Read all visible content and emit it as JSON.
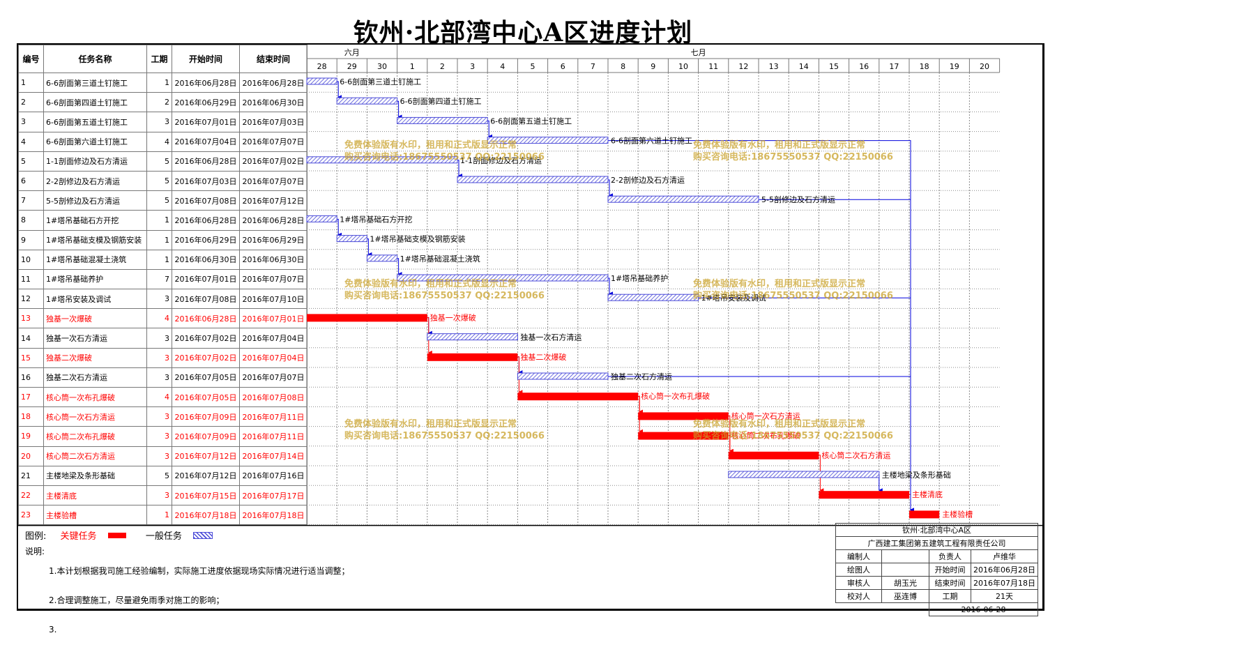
{
  "title": "钦州·北部湾中心A区进度计划",
  "columns": {
    "id": "编号",
    "name": "任务名称",
    "dur": "工期",
    "start": "开始时间",
    "end": "结束时间"
  },
  "months": [
    {
      "label": "六月",
      "first_day_index": 0,
      "days": 3
    },
    {
      "label": "七月",
      "first_day_index": 3,
      "days": 20
    }
  ],
  "chart_data": {
    "type": "gantt",
    "title": "钦州·北部湾中心A区进度计划",
    "day_labels": [
      "28",
      "29",
      "30",
      "1",
      "2",
      "3",
      "4",
      "5",
      "6",
      "7",
      "8",
      "9",
      "10",
      "11",
      "12",
      "13",
      "14",
      "15",
      "16",
      "17",
      "18",
      "19",
      "20"
    ],
    "x_start": "2016-06-28",
    "x_end": "2016-07-20",
    "tasks": [
      {
        "id": "1",
        "name": "6-6剖面第三道土钉施工",
        "duration": "1",
        "start": "2016年06月28日",
        "end": "2016年06月28日",
        "s": 0,
        "d": 1,
        "critical": false
      },
      {
        "id": "2",
        "name": "6-6剖面第四道土钉施工",
        "duration": "2",
        "start": "2016年06月29日",
        "end": "2016年06月30日",
        "s": 1,
        "d": 2,
        "critical": false
      },
      {
        "id": "3",
        "name": "6-6剖面第五道土钉施工",
        "duration": "3",
        "start": "2016年07月01日",
        "end": "2016年07月03日",
        "s": 3,
        "d": 3,
        "critical": false
      },
      {
        "id": "4",
        "name": "6-6剖面第六道土钉施工",
        "duration": "4",
        "start": "2016年07月04日",
        "end": "2016年07月07日",
        "s": 6,
        "d": 4,
        "critical": false
      },
      {
        "id": "5",
        "name": "1-1剖面修边及石方清运",
        "duration": "5",
        "start": "2016年06月28日",
        "end": "2016年07月02日",
        "s": 0,
        "d": 5,
        "critical": false
      },
      {
        "id": "6",
        "name": "2-2剖修边及石方清运",
        "duration": "5",
        "start": "2016年07月03日",
        "end": "2016年07月07日",
        "s": 5,
        "d": 5,
        "critical": false
      },
      {
        "id": "7",
        "name": "5-5剖修边及石方清运",
        "duration": "5",
        "start": "2016年07月08日",
        "end": "2016年07月12日",
        "s": 10,
        "d": 5,
        "critical": false
      },
      {
        "id": "8",
        "name": "1#塔吊基础石方开挖",
        "duration": "1",
        "start": "2016年06月28日",
        "end": "2016年06月28日",
        "s": 0,
        "d": 1,
        "critical": false
      },
      {
        "id": "9",
        "name": "1#塔吊基础支模及钢筋安装",
        "duration": "1",
        "start": "2016年06月29日",
        "end": "2016年06月29日",
        "s": 1,
        "d": 1,
        "critical": false
      },
      {
        "id": "10",
        "name": "1#塔吊基础混凝土浇筑",
        "duration": "1",
        "start": "2016年06月30日",
        "end": "2016年06月30日",
        "s": 2,
        "d": 1,
        "critical": false
      },
      {
        "id": "11",
        "name": "1#塔吊基础养护",
        "duration": "7",
        "start": "2016年07月01日",
        "end": "2016年07月07日",
        "s": 3,
        "d": 7,
        "critical": false
      },
      {
        "id": "12",
        "name": "1#塔吊安装及调试",
        "duration": "3",
        "start": "2016年07月08日",
        "end": "2016年07月10日",
        "s": 10,
        "d": 3,
        "critical": false
      },
      {
        "id": "13",
        "name": "独基一次爆破",
        "duration": "4",
        "start": "2016年06月28日",
        "end": "2016年07月01日",
        "s": 0,
        "d": 4,
        "critical": true
      },
      {
        "id": "14",
        "name": "独基一次石方清运",
        "duration": "3",
        "start": "2016年07月02日",
        "end": "2016年07月04日",
        "s": 4,
        "d": 3,
        "critical": false
      },
      {
        "id": "15",
        "name": "独基二次爆破",
        "duration": "3",
        "start": "2016年07月02日",
        "end": "2016年07月04日",
        "s": 4,
        "d": 3,
        "critical": true
      },
      {
        "id": "16",
        "name": "独基二次石方清运",
        "duration": "3",
        "start": "2016年07月05日",
        "end": "2016年07月07日",
        "s": 7,
        "d": 3,
        "critical": false
      },
      {
        "id": "17",
        "name": "核心筒一次布孔爆破",
        "duration": "4",
        "start": "2016年07月05日",
        "end": "2016年07月08日",
        "s": 7,
        "d": 4,
        "critical": true
      },
      {
        "id": "18",
        "name": "核心筒一次石方清运",
        "duration": "3",
        "start": "2016年07月09日",
        "end": "2016年07月11日",
        "s": 11,
        "d": 3,
        "critical": true
      },
      {
        "id": "19",
        "name": "核心筒二次布孔爆破",
        "duration": "3",
        "start": "2016年07月09日",
        "end": "2016年07月11日",
        "s": 11,
        "d": 3,
        "critical": true
      },
      {
        "id": "20",
        "name": "核心筒二次石方清运",
        "duration": "3",
        "start": "2016年07月12日",
        "end": "2016年07月14日",
        "s": 14,
        "d": 3,
        "critical": true
      },
      {
        "id": "21",
        "name": "主楼地梁及条形基础",
        "duration": "5",
        "start": "2016年07月12日",
        "end": "2016年07月16日",
        "s": 14,
        "d": 5,
        "critical": false
      },
      {
        "id": "22",
        "name": "主楼清底",
        "duration": "3",
        "start": "2016年07月15日",
        "end": "2016年07月17日",
        "s": 17,
        "d": 3,
        "critical": true
      },
      {
        "id": "23",
        "name": "主楼验槽",
        "duration": "1",
        "start": "2016年07月18日",
        "end": "2016年07月18日",
        "s": 20,
        "d": 1,
        "critical": true
      }
    ],
    "links": [
      [
        0,
        1
      ],
      [
        1,
        2
      ],
      [
        2,
        3
      ],
      [
        4,
        5
      ],
      [
        5,
        6
      ],
      [
        7,
        8
      ],
      [
        8,
        9
      ],
      [
        9,
        10
      ],
      [
        10,
        11
      ],
      [
        12,
        13
      ],
      [
        12,
        14
      ],
      [
        14,
        15
      ],
      [
        14,
        16
      ],
      [
        16,
        17
      ],
      [
        16,
        18
      ],
      [
        17,
        19
      ],
      [
        18,
        19
      ],
      [
        19,
        21
      ],
      [
        20,
        21
      ],
      [
        21,
        22
      ],
      [
        3,
        22
      ],
      [
        6,
        22
      ],
      [
        11,
        22
      ],
      [
        15,
        22
      ]
    ],
    "colors": {
      "critical": "#ff0000",
      "normal_fill": "#4a4ad8",
      "link": "#0000dd",
      "critical_text": "#ff0000"
    }
  },
  "legend": {
    "label": "图例:",
    "critical": "关键任务",
    "normal": "一般任务"
  },
  "notes": {
    "label": "说明:",
    "items": [
      "1.本计划根据我司施工经验编制，实际施工进度依据现场实际情况进行适当调整；",
      "2.合理调整施工，尽量避免雨季对施工的影响；",
      "3."
    ]
  },
  "titleblock": {
    "project": "钦州·北部湾中心A区",
    "company": "广西建工集团第五建筑工程有限责任公司",
    "rows": [
      [
        "编制人",
        "",
        "负责人",
        "卢维华"
      ],
      [
        "绘图人",
        "",
        "开始时间",
        "2016年06月28日"
      ],
      [
        "审核人",
        "胡玉光",
        "结束时间",
        "2016年07月18日"
      ],
      [
        "校对人",
        "巫连博",
        "工期",
        "21天"
      ]
    ],
    "date": "2016-06-28"
  },
  "watermark": {
    "line1": "免费体验版有水印，租用和正式版显示正常",
    "line2": "购买咨询电话:18675550537 QQ:22150066"
  }
}
